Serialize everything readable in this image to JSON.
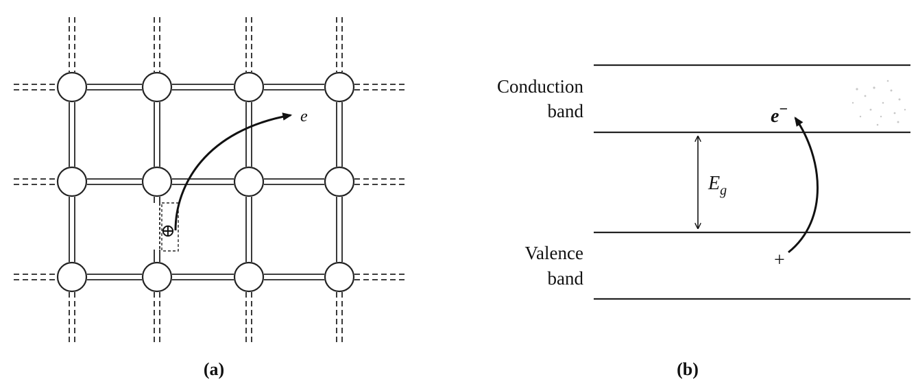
{
  "panel_a": {
    "caption": "(a)",
    "electron_label": "e",
    "hole_symbol": "⊕"
  },
  "panel_b": {
    "caption": "(b)",
    "conduction_label_line1": "Conduction",
    "conduction_label_line2": "band",
    "valence_label_line1": "Valence",
    "valence_label_line2": "band",
    "gap_label_main": "E",
    "gap_label_sub": "g",
    "electron_label": "e",
    "electron_superscript": "−",
    "hole_label": "+"
  }
}
